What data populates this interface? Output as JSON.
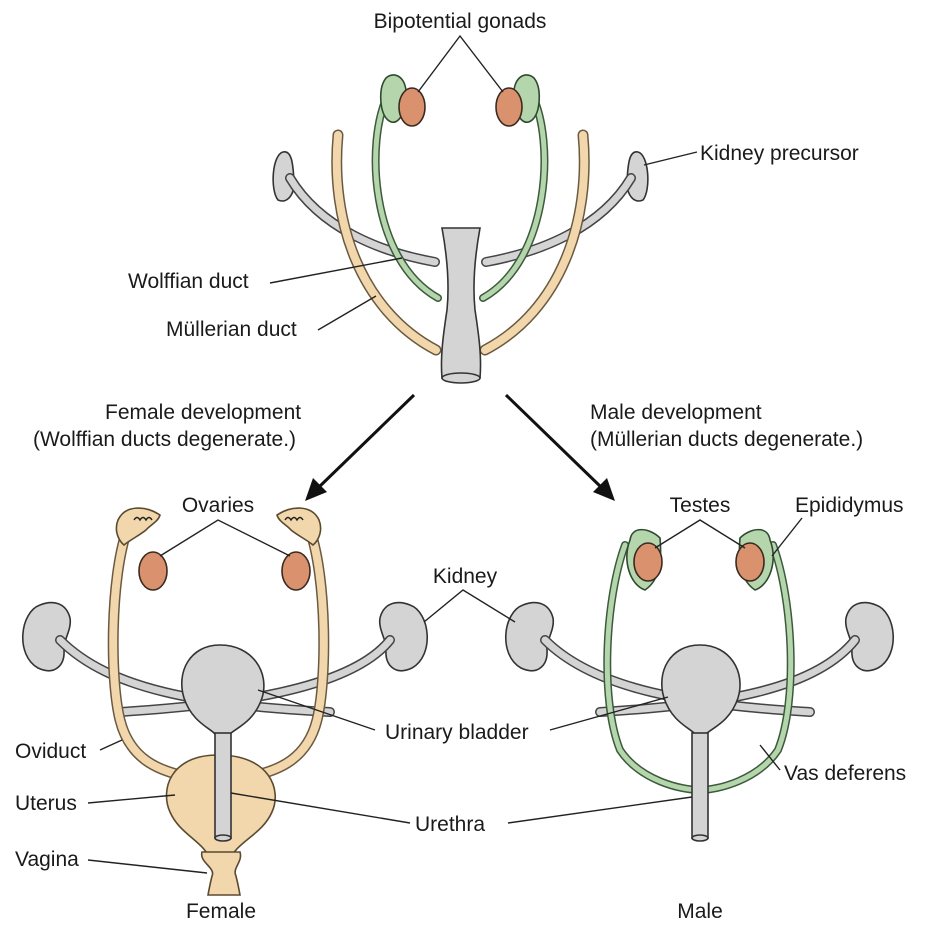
{
  "labels": {
    "bipotential_gonads": "Bipotential gonads",
    "kidney_precursor": "Kidney precursor",
    "wolffian_duct": "Wolffian duct",
    "mullerian_duct": "Müllerian duct",
    "female_development": "Female development",
    "female_development_note": "(Wolffian ducts degenerate.)",
    "male_development": "Male development",
    "male_development_note": "(Müllerian ducts degenerate.)",
    "ovaries": "Ovaries",
    "testes": "Testes",
    "epididymus": "Epididymus",
    "kidney": "Kidney",
    "urinary_bladder": "Urinary bladder",
    "oviduct": "Oviduct",
    "uterus": "Uterus",
    "vagina": "Vagina",
    "urethra": "Urethra",
    "vas_deferens": "Vas deferens",
    "female": "Female",
    "male": "Male"
  },
  "colors": {
    "gray_tissue": "#d4d4d4",
    "mullerian_tan": "#f2d7ad",
    "wolffian_green": "#b5d6ad",
    "gonad": "#d9916e"
  }
}
